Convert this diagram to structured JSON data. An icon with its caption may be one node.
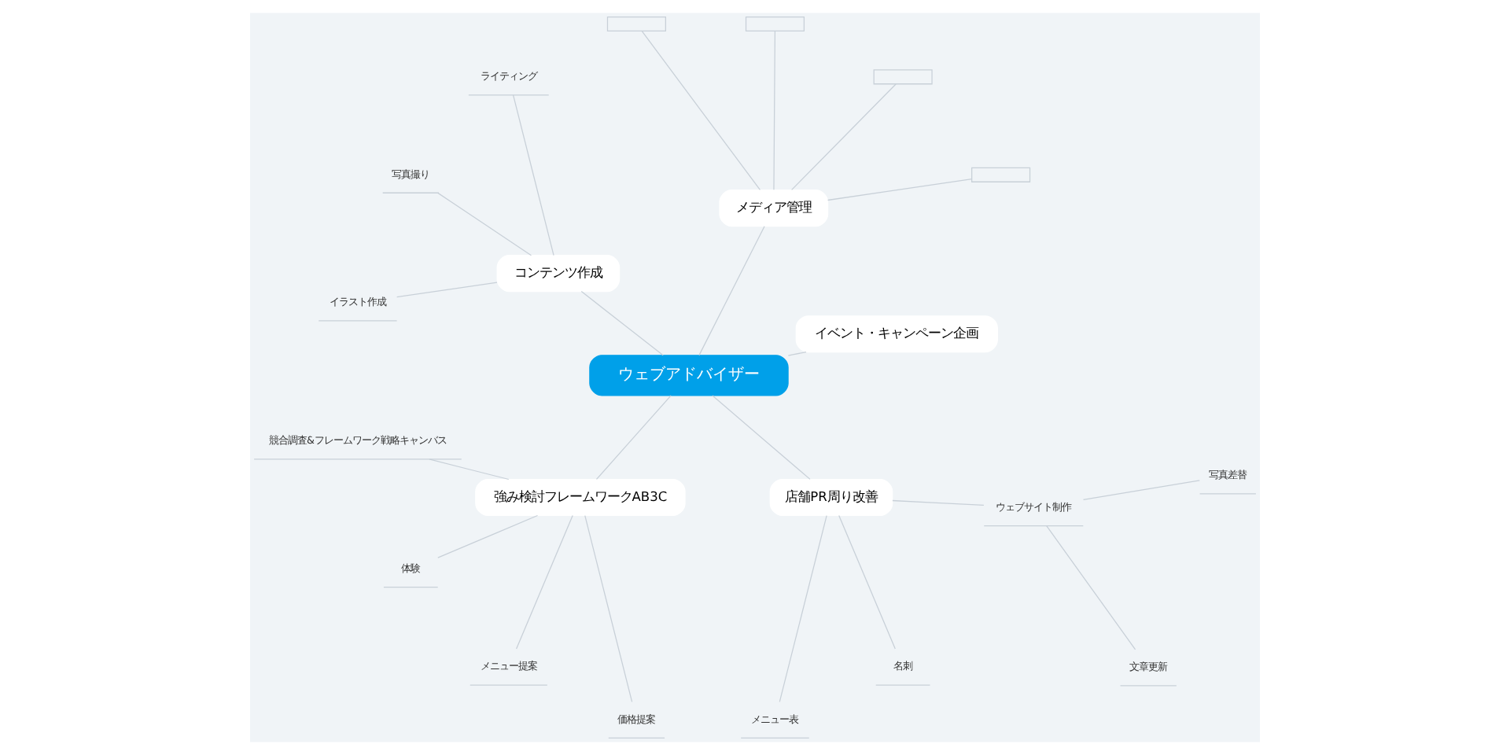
{
  "diagram": {
    "nodes": [
      {
        "text": [
          "ウェブアドバイザー"
        ]
      },
      {
        "text": [
          "イベント・キャンペーン企画"
        ]
      },
      {
        "text": [
          "メディア管理"
        ]
      },
      {
        "text": [],
        "shape": "box"
      },
      {
        "text": [],
        "shape": "box"
      },
      {
        "text": [],
        "shape": "box"
      },
      {
        "text": [],
        "shape": "box"
      },
      {
        "text": [
          "コンテンツ作成"
        ]
      },
      {
        "text": [
          "ライティング"
        ]
      },
      {
        "text": [
          "写真撮り"
        ]
      },
      {
        "text": [
          "イラスト作成"
        ]
      },
      {
        "text": [
          "強み検討フレームワークAB3C"
        ]
      },
      {
        "text": [
          "競合調査&フレームワーク戦略キャンバス"
        ]
      },
      {
        "text": [
          "体験"
        ]
      },
      {
        "text": [
          "メニュー提案"
        ]
      },
      {
        "text": [
          "価格提案"
        ]
      },
      {
        "text": [
          "店舗PR周り改善"
        ]
      },
      {
        "text": [
          "メニュー表"
        ]
      },
      {
        "text": [
          "名刺"
        ]
      },
      {
        "text": [
          "ウェブサイト制作"
        ]
      },
      {
        "text": [
          "文章更新"
        ]
      },
      {
        "text": [
          "写真差替"
        ]
      }
    ],
    "edges": [
      {
        "from": 0,
        "to": 1,
        "arrow": "none"
      },
      {
        "from": 0,
        "to": 2,
        "arrow": "none"
      },
      {
        "from": 2,
        "to": 3,
        "arrow": "none"
      },
      {
        "from": 2,
        "to": 4,
        "arrow": "none"
      },
      {
        "from": 2,
        "to": 5,
        "arrow": "none"
      },
      {
        "from": 2,
        "to": 6,
        "arrow": "none"
      },
      {
        "from": 0,
        "to": 7,
        "arrow": "none"
      },
      {
        "from": 7,
        "to": 8,
        "arrow": "none"
      },
      {
        "from": 7,
        "to": 9,
        "arrow": "none"
      },
      {
        "from": 7,
        "to": 10,
        "arrow": "none"
      },
      {
        "from": 0,
        "to": 11,
        "arrow": "none"
      },
      {
        "from": 11,
        "to": 12,
        "arrow": "none"
      },
      {
        "from": 11,
        "to": 13,
        "arrow": "none"
      },
      {
        "from": 11,
        "to": 14,
        "arrow": "none"
      },
      {
        "from": 11,
        "to": 15,
        "arrow": "none"
      },
      {
        "from": 0,
        "to": 16,
        "arrow": "none"
      },
      {
        "from": 16,
        "to": 17,
        "arrow": "none"
      },
      {
        "from": 16,
        "to": 18,
        "arrow": "none"
      },
      {
        "from": 16,
        "to": 19,
        "arrow": "none"
      },
      {
        "from": 19,
        "to": 20,
        "arrow": "none"
      },
      {
        "from": 19,
        "to": 21,
        "arrow": "none"
      }
    ]
  }
}
